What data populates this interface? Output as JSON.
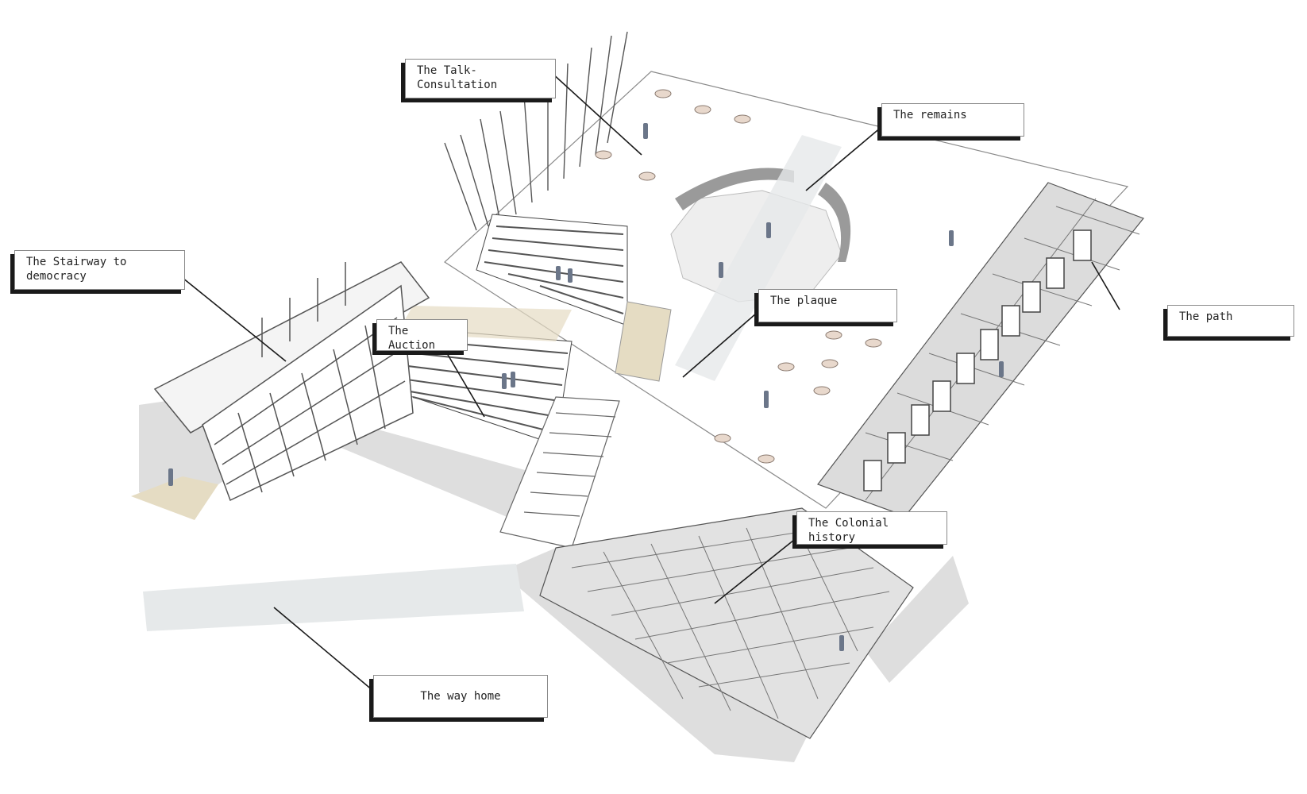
{
  "diagram": {
    "kind": "axonometric site plan",
    "palette": {
      "paper": "#ffffff",
      "ink": "#3a3a3a",
      "shadow": "#d4d4d4",
      "path_wash": "#e6e9ea",
      "highlight": "#e5dcc3",
      "stair": "#555555",
      "figure": "#6b7689"
    }
  },
  "labels": {
    "talk": "The Talk-\nConsultation",
    "remains": "The remains",
    "stairway": "The Stairway to\ndemocracy",
    "auction": "The Auction",
    "plaque": "The plaque",
    "path": "The path",
    "colonial": "The Colonial history",
    "way_home": "The way home"
  }
}
